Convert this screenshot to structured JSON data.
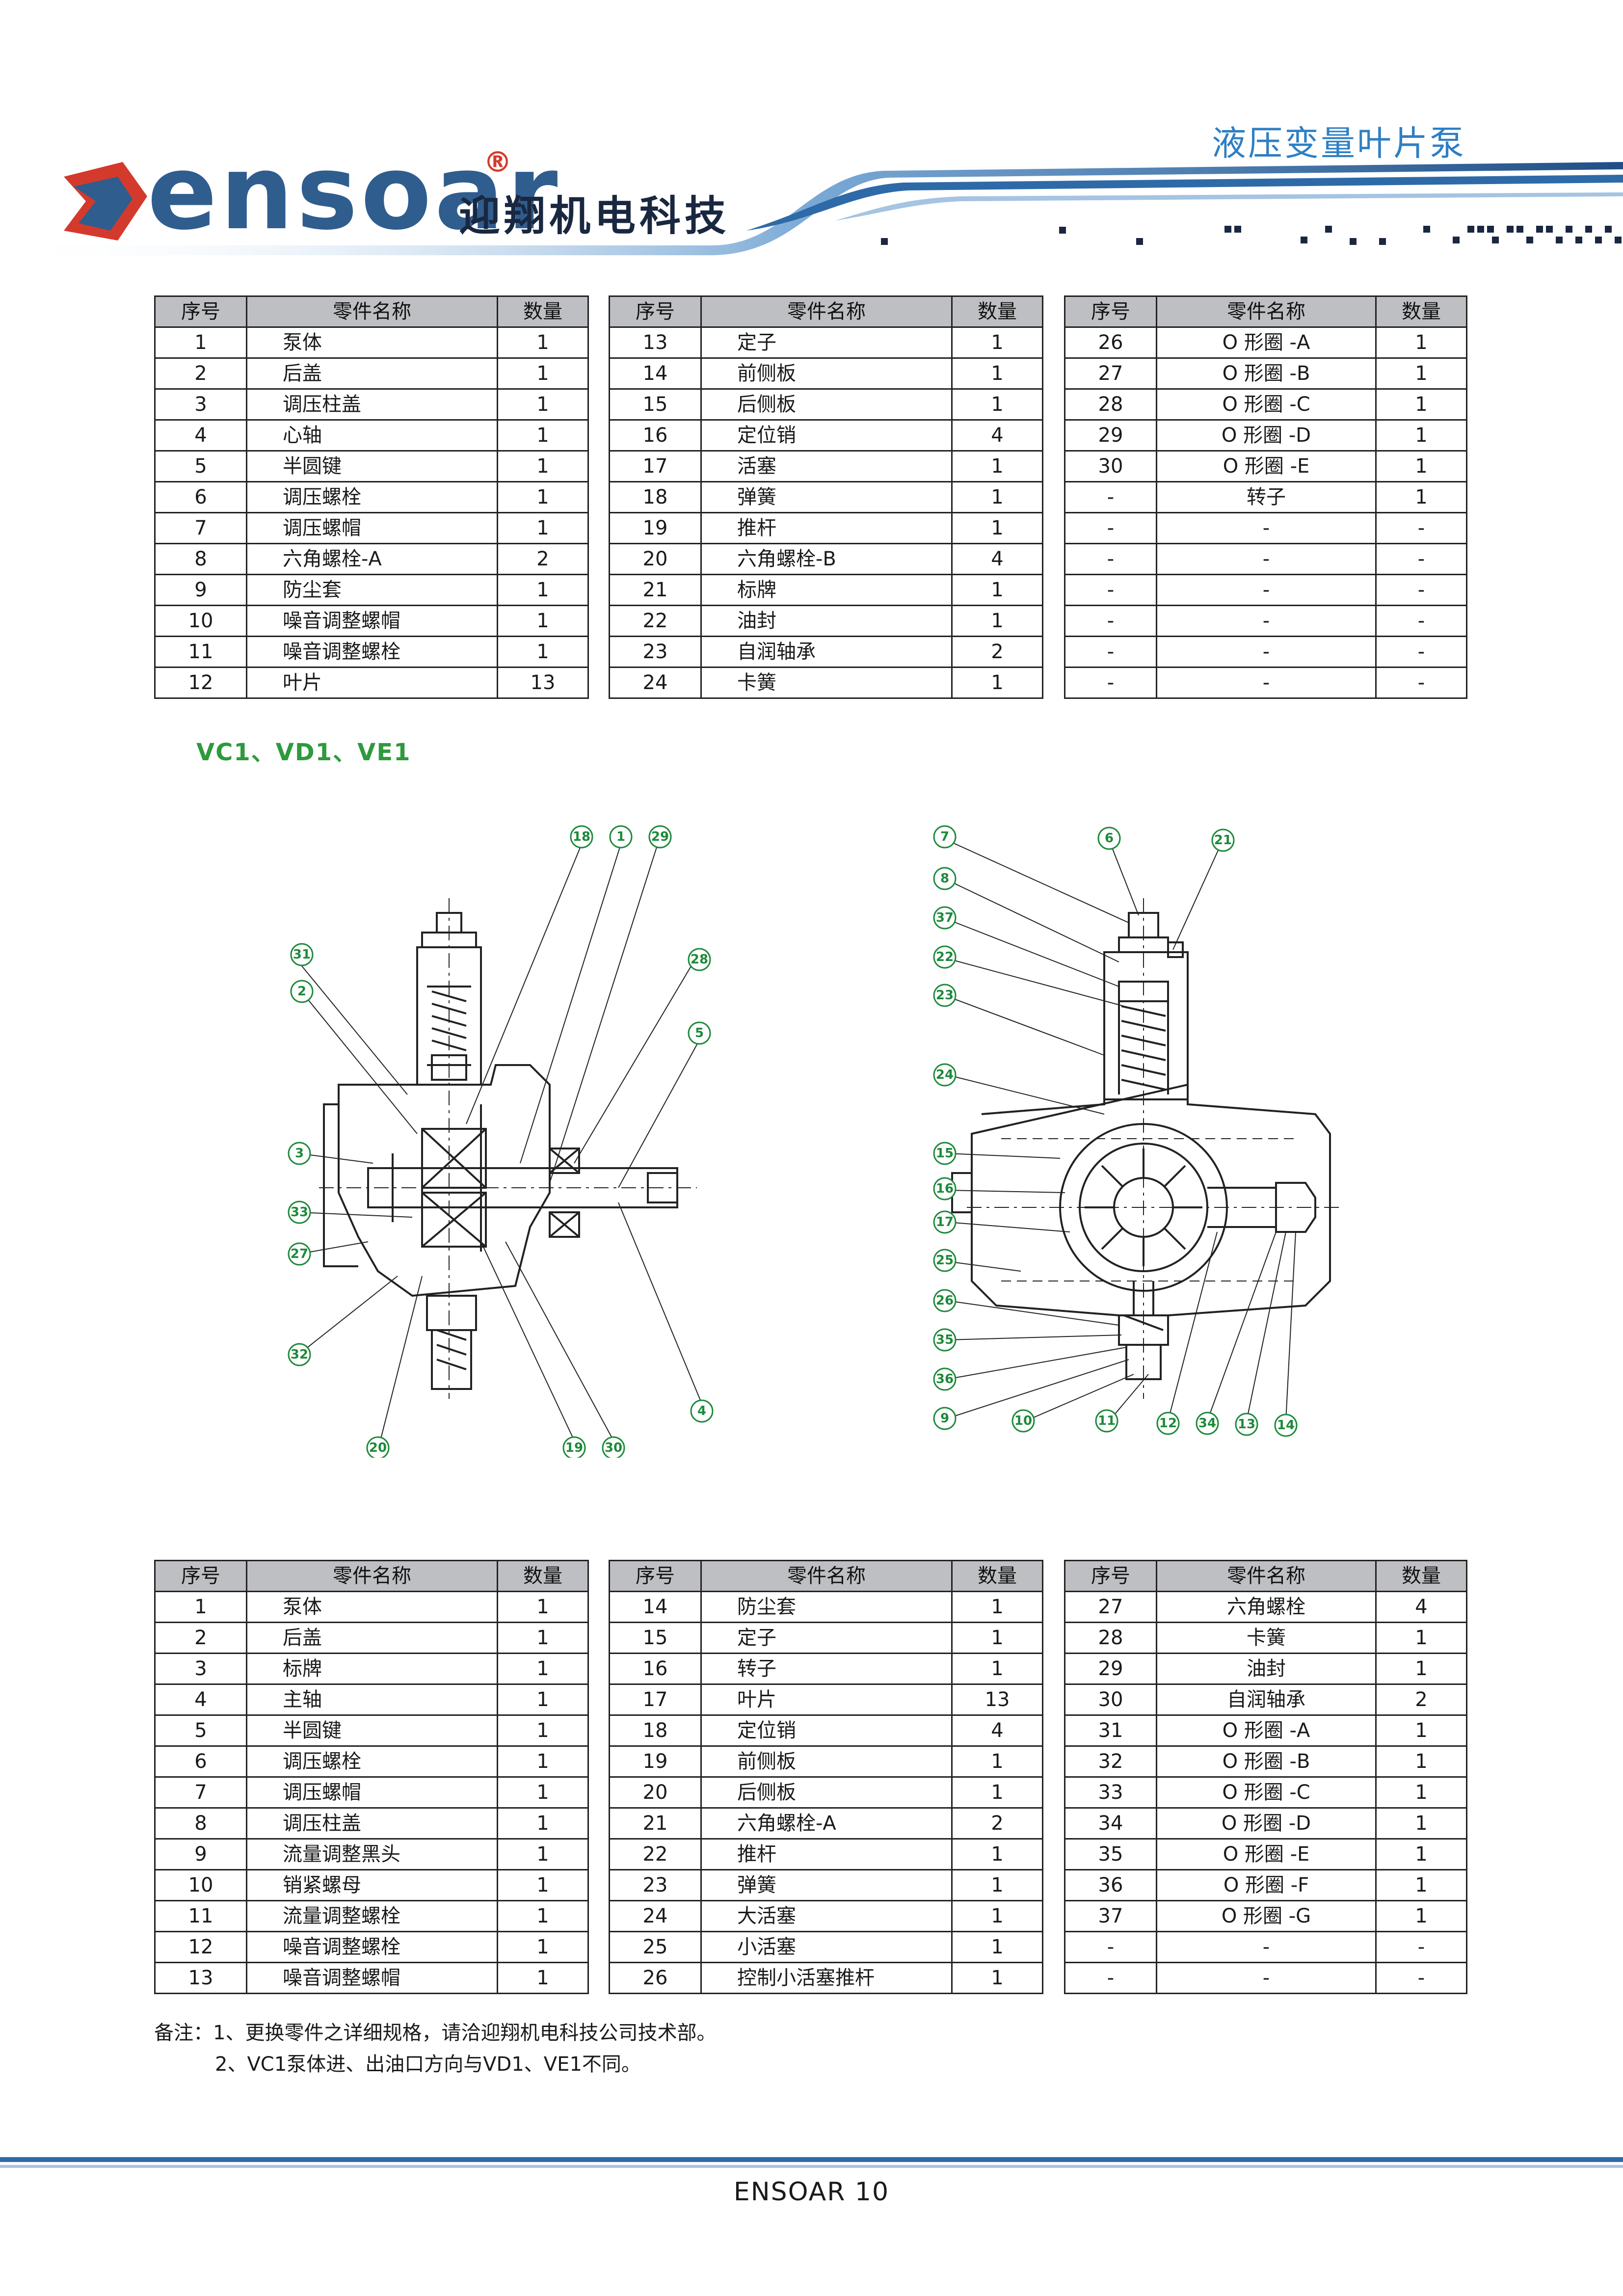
{
  "header": {
    "brand_word": "ensoar",
    "brand_mark": "®",
    "brand_cn": "迎翔机电科技",
    "page_title": "液压变量叶片泵"
  },
  "colors": {
    "brand_blue": "#2f5d8e",
    "title_blue": "#2e7fc4",
    "callout_green": "#1d8a3a",
    "header_gray": "#bdbfc2"
  },
  "table_header": {
    "no": "序号",
    "name": "零件名称",
    "qty": "数量"
  },
  "top_tables": [
    {
      "rows": [
        [
          "1",
          "泵体",
          "1"
        ],
        [
          "2",
          "后盖",
          "1"
        ],
        [
          "3",
          "调压柱盖",
          "1"
        ],
        [
          "4",
          "心轴",
          "1"
        ],
        [
          "5",
          "半圆键",
          "1"
        ],
        [
          "6",
          "调压螺栓",
          "1"
        ],
        [
          "7",
          "调压螺帽",
          "1"
        ],
        [
          "8",
          "六角螺栓-A",
          "2"
        ],
        [
          "9",
          "防尘套",
          "1"
        ],
        [
          "10",
          "噪音调整螺帽",
          "1"
        ],
        [
          "11",
          "噪音调整螺栓",
          "1"
        ],
        [
          "12",
          "叶片",
          "13"
        ]
      ]
    },
    {
      "rows": [
        [
          "13",
          "定子",
          "1"
        ],
        [
          "14",
          "前侧板",
          "1"
        ],
        [
          "15",
          "后侧板",
          "1"
        ],
        [
          "16",
          "定位销",
          "4"
        ],
        [
          "17",
          "活塞",
          "1"
        ],
        [
          "18",
          "弹簧",
          "1"
        ],
        [
          "19",
          "推杆",
          "1"
        ],
        [
          "20",
          "六角螺栓-B",
          "4"
        ],
        [
          "21",
          "标牌",
          "1"
        ],
        [
          "22",
          "油封",
          "1"
        ],
        [
          "23",
          "自润轴承",
          "2"
        ],
        [
          "24",
          "卡簧",
          "1"
        ]
      ]
    },
    {
      "rows": [
        [
          "26",
          "O 形圈 -A",
          "1"
        ],
        [
          "27",
          "O 形圈 -B",
          "1"
        ],
        [
          "28",
          "O 形圈 -C",
          "1"
        ],
        [
          "29",
          "O 形圈 -D",
          "1"
        ],
        [
          "30",
          "O 形圈 -E",
          "1"
        ],
        [
          "-",
          "转子",
          "1"
        ],
        [
          "-",
          "-",
          "-"
        ],
        [
          "-",
          "-",
          "-"
        ],
        [
          "-",
          "-",
          "-"
        ],
        [
          "-",
          "-",
          "-"
        ],
        [
          "-",
          "-",
          "-"
        ],
        [
          "-",
          "-",
          "-"
        ]
      ]
    }
  ],
  "section_label": "VC1、VD1、VE1",
  "left_callouts": [
    "18",
    "1",
    "29",
    "31",
    "28",
    "2",
    "5",
    "3",
    "33",
    "27",
    "32",
    "20",
    "19",
    "30",
    "4"
  ],
  "right_callouts": [
    "7",
    "6",
    "21",
    "8",
    "37",
    "22",
    "23",
    "24",
    "15",
    "16",
    "17",
    "25",
    "26",
    "35",
    "36",
    "9",
    "10",
    "11",
    "12",
    "34",
    "13",
    "14"
  ],
  "bottom_tables": [
    {
      "rows": [
        [
          "1",
          "泵体",
          "1"
        ],
        [
          "2",
          "后盖",
          "1"
        ],
        [
          "3",
          "标牌",
          "1"
        ],
        [
          "4",
          "主轴",
          "1"
        ],
        [
          "5",
          "半圆键",
          "1"
        ],
        [
          "6",
          "调压螺栓",
          "1"
        ],
        [
          "7",
          "调压螺帽",
          "1"
        ],
        [
          "8",
          "调压柱盖",
          "1"
        ],
        [
          "9",
          "流量调整黑头",
          "1"
        ],
        [
          "10",
          "销紧螺母",
          "1"
        ],
        [
          "11",
          "流量调整螺栓",
          "1"
        ],
        [
          "12",
          "噪音调整螺栓",
          "1"
        ],
        [
          "13",
          "噪音调整螺帽",
          "1"
        ]
      ]
    },
    {
      "rows": [
        [
          "14",
          "防尘套",
          "1"
        ],
        [
          "15",
          "定子",
          "1"
        ],
        [
          "16",
          "转子",
          "1"
        ],
        [
          "17",
          "叶片",
          "13"
        ],
        [
          "18",
          "定位销",
          "4"
        ],
        [
          "19",
          "前侧板",
          "1"
        ],
        [
          "20",
          "后侧板",
          "1"
        ],
        [
          "21",
          "六角螺栓-A",
          "2"
        ],
        [
          "22",
          "推杆",
          "1"
        ],
        [
          "23",
          "弹簧",
          "1"
        ],
        [
          "24",
          "大活塞",
          "1"
        ],
        [
          "25",
          "小活塞",
          "1"
        ],
        [
          "26",
          "控制小活塞推杆",
          "1"
        ]
      ]
    },
    {
      "rows": [
        [
          "27",
          "六角螺栓",
          "4"
        ],
        [
          "28",
          "卡簧",
          "1"
        ],
        [
          "29",
          "油封",
          "1"
        ],
        [
          "30",
          "自润轴承",
          "2"
        ],
        [
          "31",
          "O 形圈 -A",
          "1"
        ],
        [
          "32",
          "O 形圈 -B",
          "1"
        ],
        [
          "33",
          "O 形圈 -C",
          "1"
        ],
        [
          "34",
          "O 形圈 -D",
          "1"
        ],
        [
          "35",
          "O 形圈 -E",
          "1"
        ],
        [
          "36",
          "O 形圈 -F",
          "1"
        ],
        [
          "37",
          "O 形圈 -G",
          "1"
        ],
        [
          "-",
          "-",
          "-"
        ],
        [
          "-",
          "-",
          "-"
        ]
      ]
    }
  ],
  "notes": {
    "line1": "备注：1、更换零件之详细规格，请洽迎翔机电科技公司技术部。",
    "line2": "2、VC1泵体进、出油口方向与VD1、VE1不同。"
  },
  "footer": "ENSOAR  10"
}
